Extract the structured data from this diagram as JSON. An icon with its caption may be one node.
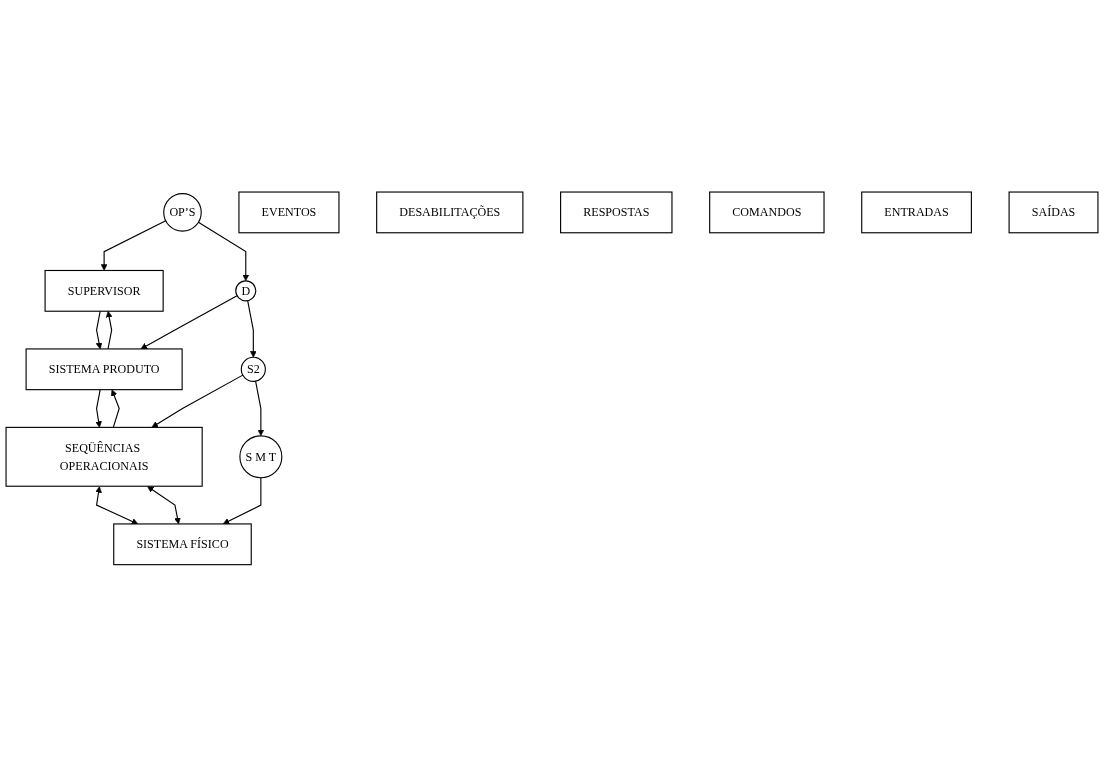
{
  "diagram": {
    "nodes": [
      {
        "text": [
          "OP’S"
        ]
      },
      {
        "text": [
          "SUPERVISOR"
        ]
      },
      {
        "text": [
          "EVENTOS"
        ]
      },
      {
        "text": [
          "DESABILITAÇÕES"
        ]
      },
      {
        "text": [
          "D"
        ]
      },
      {
        "text": [
          "SISTEMA PRODUTO"
        ]
      },
      {
        "text": [
          "RESPOSTAS"
        ]
      },
      {
        "text": [
          "COMANDOS"
        ]
      },
      {
        "text": [
          "S2"
        ]
      },
      {
        "text": [
          "SEQÜÊNCIAS OPERACIONAIS"
        ]
      },
      {
        "text": [
          "ENTRADAS"
        ]
      },
      {
        "text": [
          "SAÍDAS"
        ]
      },
      {
        "text": [
          "S M T"
        ]
      },
      {
        "text": [
          "SISTEMA FÍSICO"
        ]
      }
    ],
    "edges": [
      {
        "from": 0,
        "to": 1,
        "arrow": "to"
      },
      {
        "from": 0,
        "to": 4,
        "arrow": "to"
      },
      {
        "from": 5,
        "to": 1,
        "arrow": "to"
      },
      {
        "from": 1,
        "to": 5,
        "arrow": "to"
      },
      {
        "from": 4,
        "to": 5,
        "arrow": "to"
      },
      {
        "from": 4,
        "to": 8,
        "arrow": "to"
      },
      {
        "from": 9,
        "to": 5,
        "arrow": "to"
      },
      {
        "from": 5,
        "to": 9,
        "arrow": "to"
      },
      {
        "from": 8,
        "to": 9,
        "arrow": "to"
      },
      {
        "from": 8,
        "to": 12,
        "arrow": "to"
      },
      {
        "from": 9,
        "to": 13,
        "arrow": "both"
      },
      {
        "from": 9,
        "to": 13,
        "arrow": "both"
      },
      {
        "from": 12,
        "to": 13,
        "arrow": "to"
      }
    ]
  }
}
